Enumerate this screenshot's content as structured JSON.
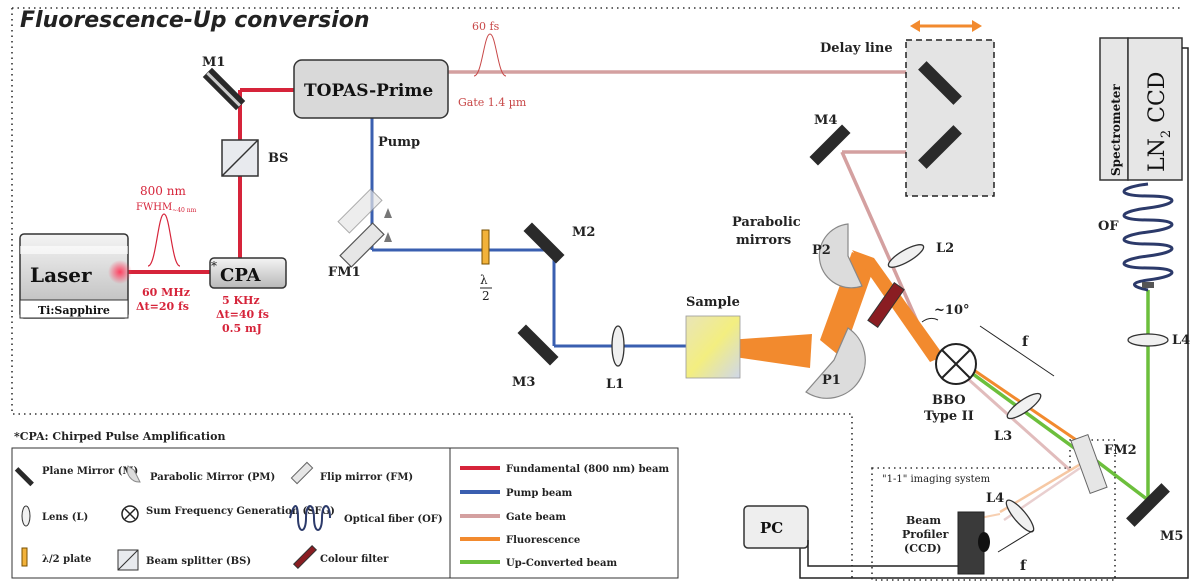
{
  "title": "Fluorescence-Up conversion",
  "components": {
    "laser": "Laser",
    "laser_sub": "Ti:Sapphire",
    "cpa": "CPA",
    "cpa_star": "*",
    "topas": "TOPAS-Prime",
    "bs": "BS",
    "m1": "M1",
    "m2": "M2",
    "m3": "M3",
    "m4": "M4",
    "m5": "M5",
    "fm1": "FM1",
    "fm2": "FM2",
    "l1": "L1",
    "l2": "L2",
    "l3": "L3",
    "l4_top": "L4",
    "l4_bottom": "L4",
    "half_wave_num": "λ",
    "half_wave_den": "2",
    "pump": "Pump",
    "delay_line": "Delay line",
    "parabolic_1": "Parabolic",
    "parabolic_2": "mirrors",
    "p1": "P1",
    "p2": "P2",
    "sample": "Sample",
    "bbo_1": "BBO",
    "bbo_2": "Type II",
    "angle": "~10°",
    "f_top": "f",
    "f_bottom": "f",
    "of": "OF",
    "spectrometer": "Spectrometer",
    "ccd": "LN",
    "ccd_sub": "2",
    "ccd_suffix": " CCD",
    "pc": "PC",
    "imaging": "\"1-1\" imaging system",
    "profiler_1": "Beam",
    "profiler_2": "Profiler",
    "profiler_3": "(CCD)"
  },
  "annotations": {
    "seed_wavelength": "800 nm",
    "seed_fwhm": "FWHM",
    "seed_fwhm_sub": "~40 nm",
    "laser_rate": "60 MHz",
    "laser_dt": "Δt=20 fs",
    "cpa_rate": "5 KHz",
    "cpa_dt": "Δt=40 fs",
    "cpa_energy": "0.5 mJ",
    "gate_duration": "60 fs",
    "gate_wavelength": "Gate 1.4 µm"
  },
  "footnote": "*CPA: Chirped Pulse Amplification",
  "legend": {
    "components": [
      {
        "label": "Plane Mirror (M)",
        "icon": "plane-mirror-icon"
      },
      {
        "label": "Parabolic Mirror (PM)",
        "icon": "parabolic-mirror-icon"
      },
      {
        "label": "Flip mirror (FM)",
        "icon": "flip-mirror-icon"
      },
      {
        "label": "Lens (L)",
        "icon": "lens-icon"
      },
      {
        "label": "Sum Frequency Generation (SFG)",
        "icon": "sfg-icon"
      },
      {
        "label": "Optical fiber (OF)",
        "icon": "optical-fiber-icon"
      },
      {
        "label": "λ/2 plate",
        "icon": "half-wave-plate-icon"
      },
      {
        "label": "Beam splitter (BS)",
        "icon": "beam-splitter-icon"
      },
      {
        "label": "Colour filter",
        "icon": "colour-filter-icon"
      }
    ],
    "beams": [
      {
        "label": "Fundamental (800 nm) beam",
        "color": "#d6243a"
      },
      {
        "label": "Pump beam",
        "color": "#3a5fb0"
      },
      {
        "label": "Gate beam",
        "color": "#d4a0a0"
      },
      {
        "label": "Fluorescence",
        "color": "#f28a2e"
      },
      {
        "label": "Up-Converted beam",
        "color": "#6cbf3c"
      }
    ]
  },
  "colors": {
    "fundamental": "#d6243a",
    "pump": "#3a5fb0",
    "gate": "#d4a0a0",
    "fluorescence": "#f28a2e",
    "upconverted": "#6cbf3c"
  }
}
